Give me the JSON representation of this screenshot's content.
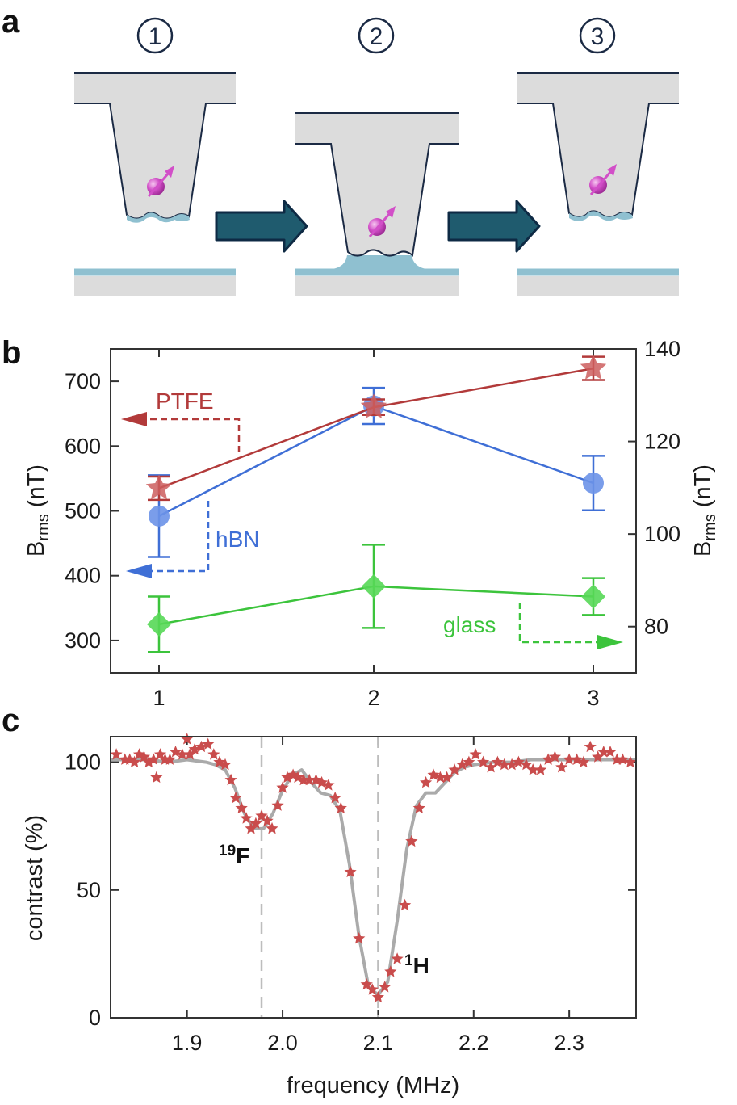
{
  "panels": {
    "a": "a",
    "b": "b",
    "c": "c"
  },
  "schematic": {
    "steps": [
      "1",
      "2",
      "3"
    ]
  },
  "colors": {
    "ptfe": "#b23a3a",
    "ptfe_marker": "#cc5e5e",
    "hbn": "#3f6fd6",
    "hbn_marker": "#6b92e8",
    "glass": "#3cc43c",
    "glass_marker": "#57d857",
    "tip": "#dcdcdc",
    "tip_outline": "#1b2a44",
    "liquid": "#8fc0d0",
    "arrow": "#1f5b6e",
    "spin": "#d24fc8",
    "fit": "#9b9b9b",
    "data_star": "#c94c4c"
  },
  "chart_data": [
    {
      "type": "line",
      "panel": "b",
      "categories": [
        "1",
        "2",
        "3"
      ],
      "xlabel": "",
      "ylabel_left": "B",
      "ylabel_left_sub": "rms",
      "ylabel_left_unit": " (nT)",
      "ylabel_right": "B",
      "ylabel_right_sub": "rms",
      "ylabel_right_unit": " (nT)",
      "ylim_left": [
        250,
        750
      ],
      "ylim_right": [
        70,
        140
      ],
      "yticks_left": [
        300,
        400,
        500,
        600,
        700
      ],
      "yticks_right": [
        80,
        100,
        120,
        140
      ],
      "series": [
        {
          "name": "PTFE",
          "axis": "left",
          "marker": "star",
          "values": [
            535,
            660,
            720
          ],
          "errors": [
            18,
            12,
            18
          ]
        },
        {
          "name": "hBN",
          "axis": "left",
          "marker": "circle",
          "values": [
            492,
            662,
            543
          ],
          "errors": [
            63,
            28,
            42
          ]
        },
        {
          "name": "glass",
          "axis": "right",
          "marker": "diamond",
          "values": [
            80.5,
            88.7,
            86.5
          ],
          "errors": [
            6,
            9,
            4
          ]
        }
      ]
    },
    {
      "type": "scatter",
      "panel": "c",
      "xlabel": "frequency (MHz)",
      "ylabel": "contrast (%)",
      "xlim": [
        1.82,
        2.37
      ],
      "ylim": [
        0,
        110
      ],
      "xticks": [
        1.9,
        2.0,
        2.1,
        2.2,
        2.3
      ],
      "xtick_labels": [
        "1.9",
        "2.0",
        "2.1",
        "2.2",
        "2.3"
      ],
      "yticks": [
        0,
        50,
        100
      ],
      "vlines": [
        1.978,
        2.1
      ],
      "annotations": [
        {
          "sup": "19",
          "text": "F",
          "x": 1.95,
          "y": 62
        },
        {
          "sup": "1",
          "text": "H",
          "x": 2.128,
          "y": 18
        }
      ],
      "points": [
        [
          1.826,
          103
        ],
        [
          1.835,
          101
        ],
        [
          1.84,
          101
        ],
        [
          1.845,
          100
        ],
        [
          1.85,
          103
        ],
        [
          1.855,
          102
        ],
        [
          1.86,
          100
        ],
        [
          1.865,
          101
        ],
        [
          1.868,
          94
        ],
        [
          1.872,
          103
        ],
        [
          1.877,
          101
        ],
        [
          1.882,
          101
        ],
        [
          1.888,
          104
        ],
        [
          1.895,
          103
        ],
        [
          1.9,
          109
        ],
        [
          1.903,
          103
        ],
        [
          1.908,
          105
        ],
        [
          1.915,
          106
        ],
        [
          1.922,
          107
        ],
        [
          1.928,
          103
        ],
        [
          1.934,
          100
        ],
        [
          1.94,
          99
        ],
        [
          1.946,
          93
        ],
        [
          1.951,
          86
        ],
        [
          1.957,
          82
        ],
        [
          1.962,
          78
        ],
        [
          1.967,
          74
        ],
        [
          1.972,
          76
        ],
        [
          1.978,
          79
        ],
        [
          1.984,
          77
        ],
        [
          1.989,
          74
        ],
        [
          1.995,
          83
        ],
        [
          2.0,
          90
        ],
        [
          2.005,
          94
        ],
        [
          2.011,
          95
        ],
        [
          2.016,
          94
        ],
        [
          2.022,
          93
        ],
        [
          2.028,
          93
        ],
        [
          2.035,
          93
        ],
        [
          2.041,
          92
        ],
        [
          2.048,
          91
        ],
        [
          2.055,
          86
        ],
        [
          2.061,
          82
        ],
        [
          2.071,
          57
        ],
        [
          2.08,
          31
        ],
        [
          2.088,
          13
        ],
        [
          2.094,
          11
        ],
        [
          2.1,
          8
        ],
        [
          2.107,
          12
        ],
        [
          2.113,
          18
        ],
        [
          2.12,
          23
        ],
        [
          2.128,
          44
        ],
        [
          2.135,
          69
        ],
        [
          2.143,
          82
        ],
        [
          2.15,
          92
        ],
        [
          2.158,
          95
        ],
        [
          2.165,
          94
        ],
        [
          2.172,
          94
        ],
        [
          2.18,
          97
        ],
        [
          2.188,
          99
        ],
        [
          2.195,
          100
        ],
        [
          2.202,
          103
        ],
        [
          2.21,
          100
        ],
        [
          2.218,
          98
        ],
        [
          2.225,
          100
        ],
        [
          2.232,
          99
        ],
        [
          2.24,
          99
        ],
        [
          2.247,
          100
        ],
        [
          2.255,
          99
        ],
        [
          2.262,
          97
        ],
        [
          2.27,
          97
        ],
        [
          2.278,
          101
        ],
        [
          2.285,
          102
        ],
        [
          2.292,
          98
        ],
        [
          2.3,
          101
        ],
        [
          2.308,
          101
        ],
        [
          2.315,
          100
        ],
        [
          2.322,
          106
        ],
        [
          2.33,
          102
        ],
        [
          2.336,
          104
        ],
        [
          2.343,
          104
        ],
        [
          2.35,
          101
        ],
        [
          2.356,
          101
        ],
        [
          2.364,
          100
        ]
      ],
      "fit": [
        [
          1.82,
          101
        ],
        [
          1.86,
          101
        ],
        [
          1.88,
          100
        ],
        [
          1.9,
          101
        ],
        [
          1.92,
          100
        ],
        [
          1.93,
          99
        ],
        [
          1.94,
          97
        ],
        [
          1.95,
          90
        ],
        [
          1.96,
          80
        ],
        [
          1.97,
          74
        ],
        [
          1.98,
          74
        ],
        [
          1.99,
          80
        ],
        [
          2.0,
          89
        ],
        [
          2.01,
          95
        ],
        [
          2.02,
          97
        ],
        [
          2.03,
          92
        ],
        [
          2.04,
          88
        ],
        [
          2.05,
          87
        ],
        [
          2.06,
          81
        ],
        [
          2.07,
          60
        ],
        [
          2.08,
          32
        ],
        [
          2.09,
          12
        ],
        [
          2.1,
          9
        ],
        [
          2.11,
          14
        ],
        [
          2.12,
          38
        ],
        [
          2.13,
          66
        ],
        [
          2.14,
          83
        ],
        [
          2.15,
          88
        ],
        [
          2.16,
          88
        ],
        [
          2.17,
          92
        ],
        [
          2.18,
          96
        ],
        [
          2.19,
          98
        ],
        [
          2.2,
          99
        ],
        [
          2.22,
          100
        ],
        [
          2.24,
          100
        ],
        [
          2.26,
          101
        ],
        [
          2.28,
          101
        ],
        [
          2.3,
          101
        ],
        [
          2.33,
          101
        ],
        [
          2.37,
          101
        ]
      ]
    }
  ]
}
